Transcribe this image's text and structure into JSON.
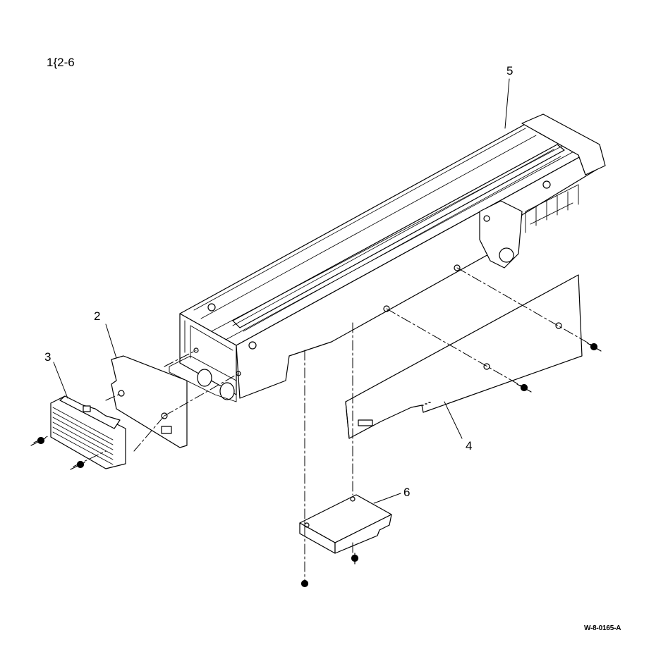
{
  "figure_id": "1{2-6",
  "document_code": "W-8-0165-A",
  "callouts": {
    "c2": "2",
    "c3": "3",
    "c4": "4",
    "c5": "5",
    "c6": "6"
  },
  "colors": {
    "line": "#000000",
    "fill": "#ffffff",
    "shade": "#e6e6e6"
  }
}
